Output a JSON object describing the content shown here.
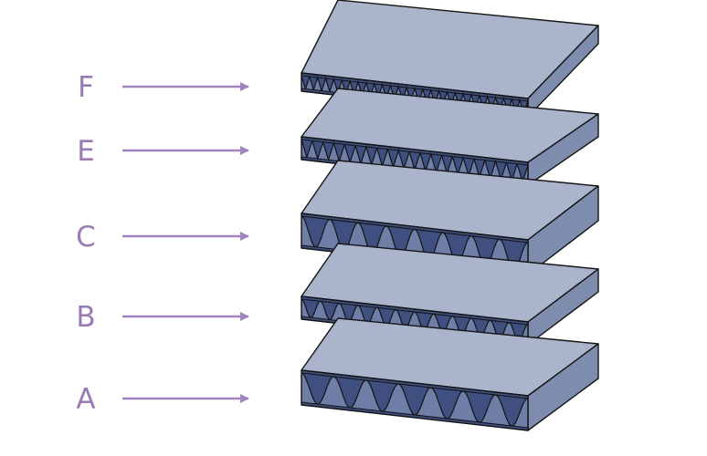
{
  "colors": {
    "label": "#9a7ab5",
    "arrow": "#a184bd",
    "board_top": "#aab4cb",
    "board_side": "#7e8cae",
    "board_inner": "#3e4f80",
    "flute": "#6e7ea7",
    "outline": "#141414"
  },
  "flute_types": [
    {
      "label": "F",
      "flute": "zigzag",
      "pitch": 9,
      "amplitude": "very fine"
    },
    {
      "label": "E",
      "flute": "zigzag",
      "pitch": 12,
      "amplitude": "fine"
    },
    {
      "label": "C",
      "flute": "wave",
      "pitch": 33,
      "amplitude": "large"
    },
    {
      "label": "B",
      "flute": "wave",
      "pitch": 20,
      "amplitude": "medium"
    },
    {
      "label": "A",
      "flute": "wave",
      "pitch": 37,
      "amplitude": "largest"
    }
  ]
}
